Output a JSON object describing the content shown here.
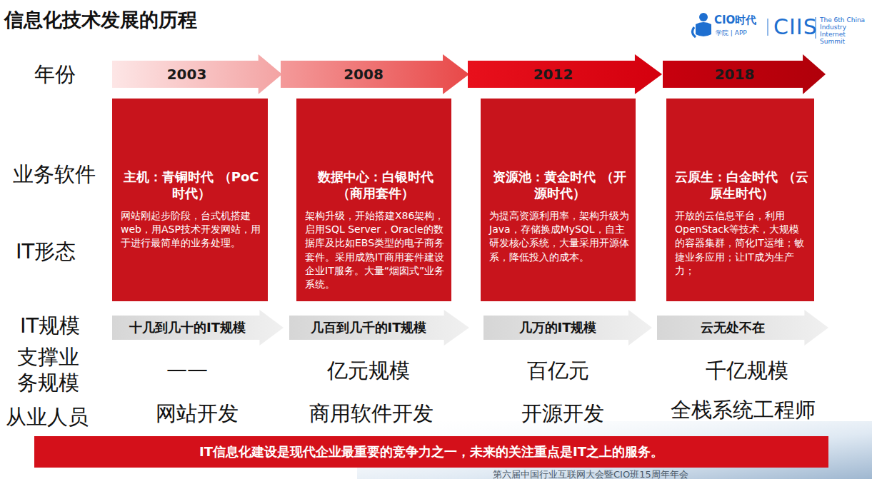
{
  "diagram": {
    "title": "信息化技术发展的历程",
    "nodes": [
      {
        "text": [
          "2003"
        ]
      },
      {
        "text": [
          "2008"
        ]
      },
      {
        "text": [
          "2012"
        ]
      },
      {
        "text": [
          "2018"
        ]
      },
      {
        "text": [
          "主机：青铜时代 （PoC时代）",
          "网站刚起步阶段，台式机搭建web，用ASP技术开发网站，用于进行最简单的业务处理。"
        ]
      },
      {
        "text": [
          "数据中心：白银时代 （商用套件）",
          "架构升级，开始搭建X86架构，启用SQL Server，Oracle的数据库及比如EBS类型的电子商务套件。采用成熟IT商用套件建设企业IT服务。大量“烟囱式”业务系统。"
        ]
      },
      {
        "text": [
          "资源池：黄金时代 （开源时代）",
          "为提高资源利用率，架构升级为Java，存储换成MySQL，自主研发核心系统，大量采用开源体系，降低投入的成本。"
        ]
      },
      {
        "text": [
          "云原生：白金时代 （云原生时代）",
          "开放的云信息平台，利用OpenStack等技术，大规模的容器集群，简化IT运维；敏捷业务应用；让IT成为生产力；"
        ]
      },
      {
        "text": [
          "十几到几十的IT规模"
        ]
      },
      {
        "text": [
          "几百到几千的IT规模"
        ]
      },
      {
        "text": [
          "几万的IT规模"
        ]
      },
      {
        "text": [
          "云无处不在"
        ]
      },
      {
        "text": [
          "IT信息化建设是现代企业最重要的竞争力之一，未来的关注重点是IT之上的服务。"
        ]
      }
    ],
    "labels": [
      "CIO时代",
      "学院 | APP",
      "CIIS",
      "The 6th China Industry Internet Summit",
      "年份",
      "业务软件",
      "IT形态",
      "IT规模",
      "支撑业务规模",
      "从业人员",
      "——",
      "亿元规模",
      "百亿元",
      "千亿规模",
      "网站开发",
      "商用软件开发",
      "开源开发",
      "全栈系统工程师",
      "第六届中国行业互联网大会暨CIO班15周年年会"
    ]
  }
}
